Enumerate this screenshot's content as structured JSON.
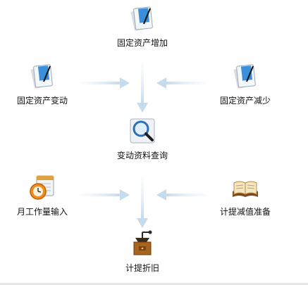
{
  "nodes": {
    "asset_increase": {
      "label": "固定资产增加",
      "icon": "document-pen-icon"
    },
    "asset_change": {
      "label": "固定资产变动",
      "icon": "document-pen-icon"
    },
    "asset_decrease": {
      "label": "固定资产减少",
      "icon": "document-pen-icon"
    },
    "change_query": {
      "label": "变动资料查询",
      "icon": "magnifier-icon"
    },
    "monthly_input": {
      "label": "月工作量输入",
      "icon": "calendar-clock-icon"
    },
    "impairment": {
      "label": "计提减值准备",
      "icon": "open-book-icon"
    },
    "depreciation": {
      "label": "计提折旧",
      "icon": "grinder-icon"
    }
  },
  "colors": {
    "arrow": "#c9dced",
    "label": "#111111"
  }
}
